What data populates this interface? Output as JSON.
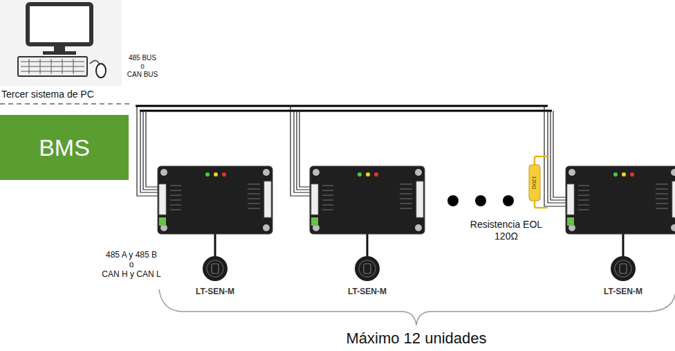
{
  "diagram": {
    "nodes": [
      {
        "text": [
          "BMS"
        ]
      },
      {
        "text": [
          "LT-SEN-M"
        ]
      },
      {
        "text": [
          "LT-SEN-M"
        ]
      },
      {
        "text": [
          "LT-SEN-M"
        ]
      }
    ],
    "labels": [
      "Tercer sistema de PC",
      "485 BUS",
      "o",
      "CAN BUS",
      "485 A y 485 B",
      "o",
      "CAN H y CAN L",
      "120Ω",
      "Resistencia EOL",
      "120Ω",
      "Máximo 12 unidades"
    ]
  }
}
